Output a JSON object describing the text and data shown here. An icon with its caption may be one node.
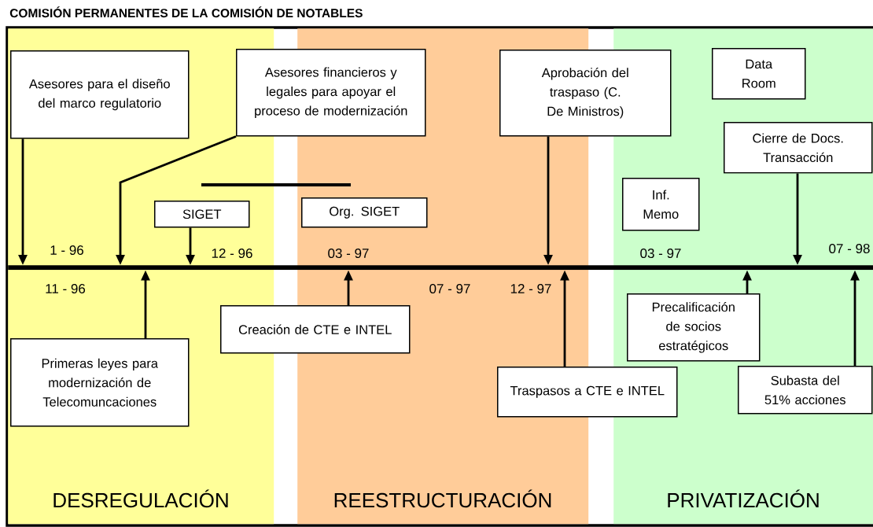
{
  "diagram": {
    "title": "COMISIÓN PERMANENTES DE LA COMISIÓN DE NOTABLES",
    "nodes": [
      {
        "text": [
          "DESREGULACIÓN"
        ]
      },
      {
        "text": [
          "REESTRUCTURACIÓN"
        ]
      },
      {
        "text": [
          "PRIVATIZACIÓN"
        ]
      },
      {
        "text": [],
        "shape": "bar"
      },
      {
        "text": [
          "Asesores para el diseño del marco regulatorio"
        ],
        "in": 0
      },
      {
        "text": [
          "Asesores financieros y legales para apoyar el proceso de modernización"
        ]
      },
      {
        "text": [
          "SIGET"
        ],
        "in": 0
      },
      {
        "text": [
          "Org. SIGET"
        ],
        "in": 1
      },
      {
        "text": [
          "Aprobación del traspaso (C. De Ministros)"
        ]
      },
      {
        "text": [
          "Data Room"
        ],
        "in": 2
      },
      {
        "text": [
          "Cierre de Docs. Transacción"
        ],
        "in": 2
      },
      {
        "text": [
          "Inf. Memo"
        ],
        "in": 2
      },
      {
        "text": [
          "Primeras leyes para modernización de Telecomuncaciones"
        ],
        "in": 0
      },
      {
        "text": [
          "Creación de CTE e INTEL"
        ]
      },
      {
        "text": [
          "Traspasos a CTE e INTEL"
        ]
      },
      {
        "text": [
          "Precalificación de socios estratégicos"
        ],
        "in": 2
      },
      {
        "text": [
          "Subasta del 51% acciones"
        ],
        "in": 2
      }
    ],
    "edges": [
      {
        "from": 4,
        "to": 3,
        "arrow": "to"
      },
      {
        "from": 5,
        "to": 3,
        "arrow": "to"
      },
      {
        "from": 6,
        "to": 3,
        "arrow": "to"
      },
      {
        "from": 8,
        "to": 3,
        "arrow": "to"
      },
      {
        "from": 10,
        "to": 3,
        "arrow": "to"
      },
      {
        "from": 12,
        "to": 3,
        "arrow": "to"
      },
      {
        "from": 13,
        "to": 3,
        "arrow": "to"
      },
      {
        "from": 14,
        "to": 3,
        "arrow": "to"
      },
      {
        "from": 15,
        "to": 3,
        "arrow": "to"
      },
      {
        "from": 16,
        "to": 3,
        "arrow": "to"
      }
    ],
    "labels": [
      "1 - 96",
      "12 - 96",
      "03 - 97",
      "03 - 97",
      "07 - 98",
      "11 - 96",
      "07 - 97",
      "12 - 97"
    ]
  }
}
